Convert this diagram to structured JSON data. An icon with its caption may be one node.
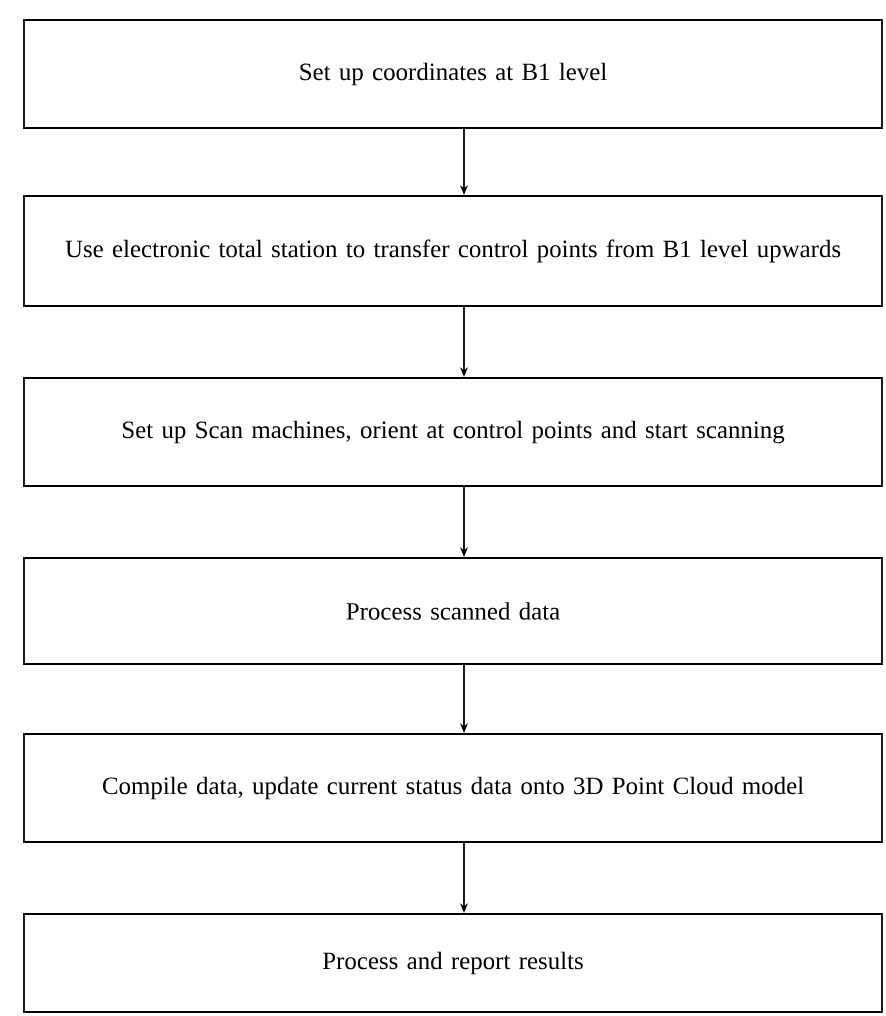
{
  "diagram": {
    "nodes": [
      {
        "text": [
          "Set up coordinates at B1 level"
        ]
      },
      {
        "text": [
          "Use electronic total station to transfer control points from B1 level upwards"
        ]
      },
      {
        "text": [
          "Set up Scan machines, orient at control points and start scanning"
        ]
      },
      {
        "text": [
          "Process scanned data"
        ]
      },
      {
        "text": [
          "Compile data, update current status data onto 3D Point Cloud model"
        ]
      },
      {
        "text": [
          "Process and report results"
        ]
      }
    ],
    "edges": [
      {
        "from": 0,
        "to": 1,
        "arrow": "to"
      },
      {
        "from": 1,
        "to": 2,
        "arrow": "to"
      },
      {
        "from": 2,
        "to": 3,
        "arrow": "to"
      },
      {
        "from": 3,
        "to": 4,
        "arrow": "to"
      },
      {
        "from": 4,
        "to": 5,
        "arrow": "to"
      }
    ]
  }
}
